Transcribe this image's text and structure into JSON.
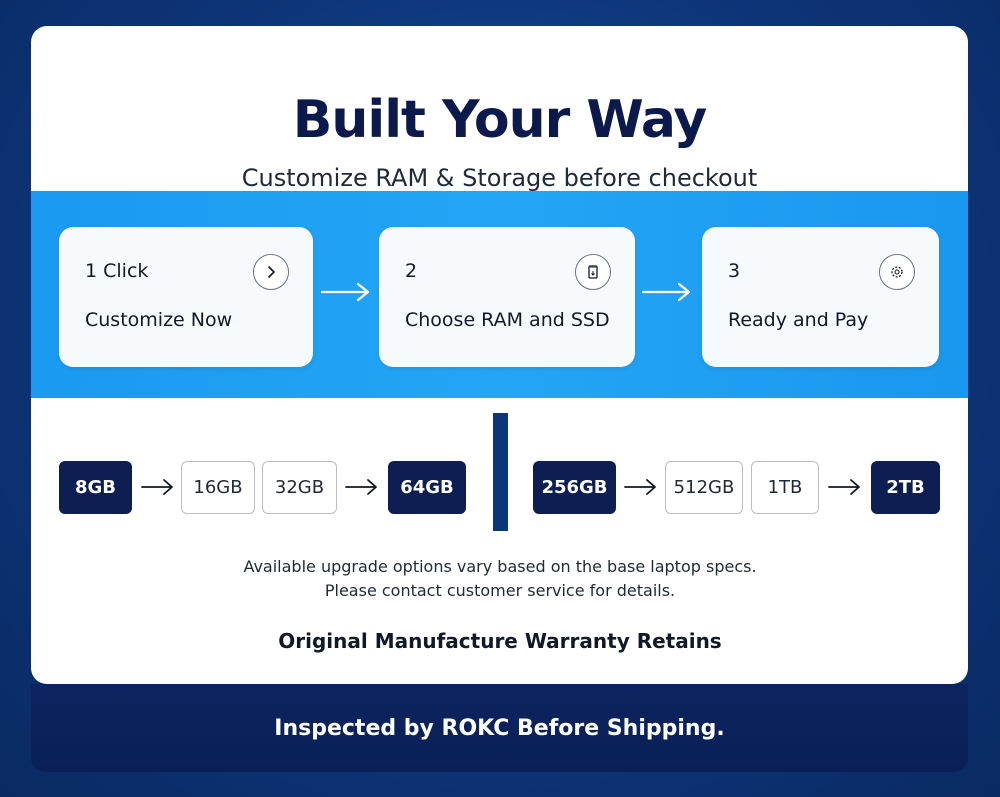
{
  "header": {
    "title": "Built Your Way",
    "subtitle": "Customize RAM & Storage before checkout"
  },
  "steps": [
    {
      "number": "1 Click",
      "label": "Customize Now",
      "icon": "chevron-right-icon"
    },
    {
      "number": "2",
      "label": "Choose RAM and SSD",
      "icon": "memory-card-icon"
    },
    {
      "number": "3",
      "label": "Ready and Pay",
      "icon": "settings-badge-icon"
    }
  ],
  "ram_options": [
    "8GB",
    "16GB",
    "32GB",
    "64GB"
  ],
  "storage_options": [
    "256GB",
    "512GB",
    "1TB",
    "2TB"
  ],
  "notes": {
    "line1": "Available upgrade options vary based on the base laptop specs.",
    "line2": "Please contact customer service for details.",
    "warranty": "Original Manufacture Warranty Retains"
  },
  "footer": {
    "text": "Inspected by ROKC Before Shipping."
  },
  "colors": {
    "navy": "#0c1e52",
    "band_blue": "#1fa0f3",
    "background": "#0d3579"
  }
}
